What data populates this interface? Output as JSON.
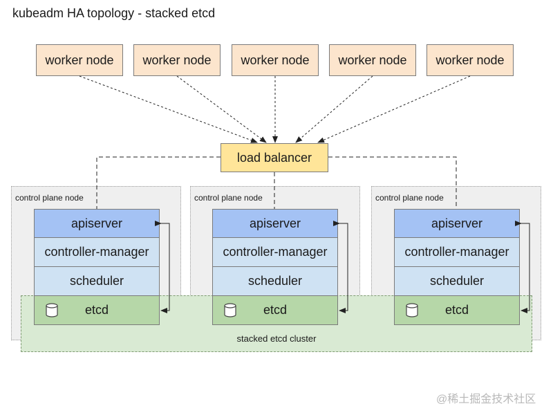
{
  "title": "kubeadm HA topology - stacked etcd",
  "workers": [
    {
      "label": "worker node"
    },
    {
      "label": "worker node"
    },
    {
      "label": "worker node"
    },
    {
      "label": "worker node"
    },
    {
      "label": "worker node"
    }
  ],
  "load_balancer": {
    "label": "load balancer"
  },
  "control_plane_nodes": [
    {
      "label": "control plane node",
      "apiserver": "apiserver",
      "controller_manager": "controller-manager",
      "scheduler": "scheduler",
      "etcd": "etcd"
    },
    {
      "label": "control plane node",
      "apiserver": "apiserver",
      "controller_manager": "controller-manager",
      "scheduler": "scheduler",
      "etcd": "etcd"
    },
    {
      "label": "control plane node",
      "apiserver": "apiserver",
      "controller_manager": "controller-manager",
      "scheduler": "scheduler",
      "etcd": "etcd"
    }
  ],
  "etcd_cluster": {
    "label": "stacked etcd cluster"
  },
  "watermark": "@稀土掘金技术社区",
  "colors": {
    "worker": "#fce5cd",
    "load_balancer": "#ffe599",
    "apiserver": "#a4c2f4",
    "controller_manager": "#cfe2f3",
    "etcd": "#b6d7a8",
    "control_plane_bg": "#efefef",
    "etcd_cluster_bg": "#d9ead3"
  }
}
